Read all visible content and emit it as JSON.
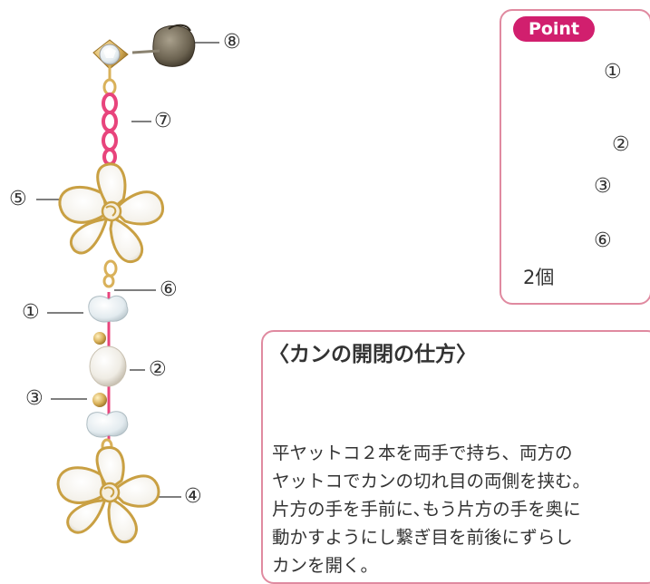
{
  "labels": {
    "n1": "①",
    "n2": "②",
    "n3": "③",
    "n4": "④",
    "n5": "⑤",
    "n6": "⑥",
    "n7": "⑦",
    "n8": "⑧"
  },
  "point_box": {
    "badge": "Point",
    "count": "2個",
    "labels": [
      "①",
      "②",
      "③",
      "⑥"
    ]
  },
  "howto": {
    "title": "〈カンの開閉の仕方〉",
    "lines": [
      "平ヤットコ２本を両手で持ち、両方の",
      "ヤットコでカンの切れ目の両側を挟む。",
      "片方の手を手前に､もう片方の手を奥に",
      "動かすようにし繋ぎ目を前後にずらし",
      "カンを開く。"
    ]
  },
  "colors": {
    "gold": "#d9b15a",
    "pink_chain": "#e8447c",
    "pink_bead": "#f2b6c8",
    "blue_bead": "#8fc9ec",
    "crystal": "#e6eef2",
    "pearl_white": "#f4f1ea",
    "accent_border": "#e08aa0",
    "badge": "#d11f6e"
  }
}
